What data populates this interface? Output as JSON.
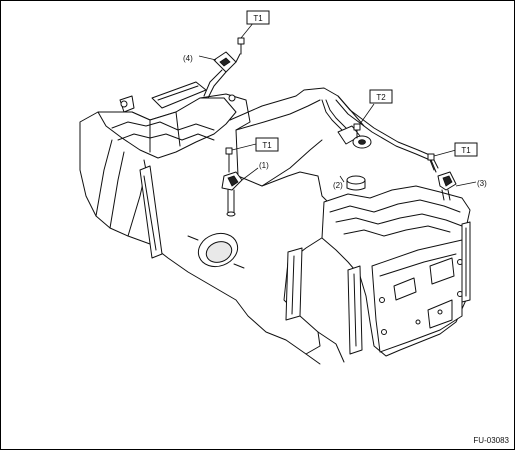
{
  "callouts": {
    "t1_top": "T1",
    "t1_mid": "T1",
    "t1_right": "T1",
    "t2": "T2",
    "part1": "(1)",
    "part2": "(2)",
    "part3": "(3)",
    "part4": "(4)"
  },
  "figure_code": "FU-03083"
}
